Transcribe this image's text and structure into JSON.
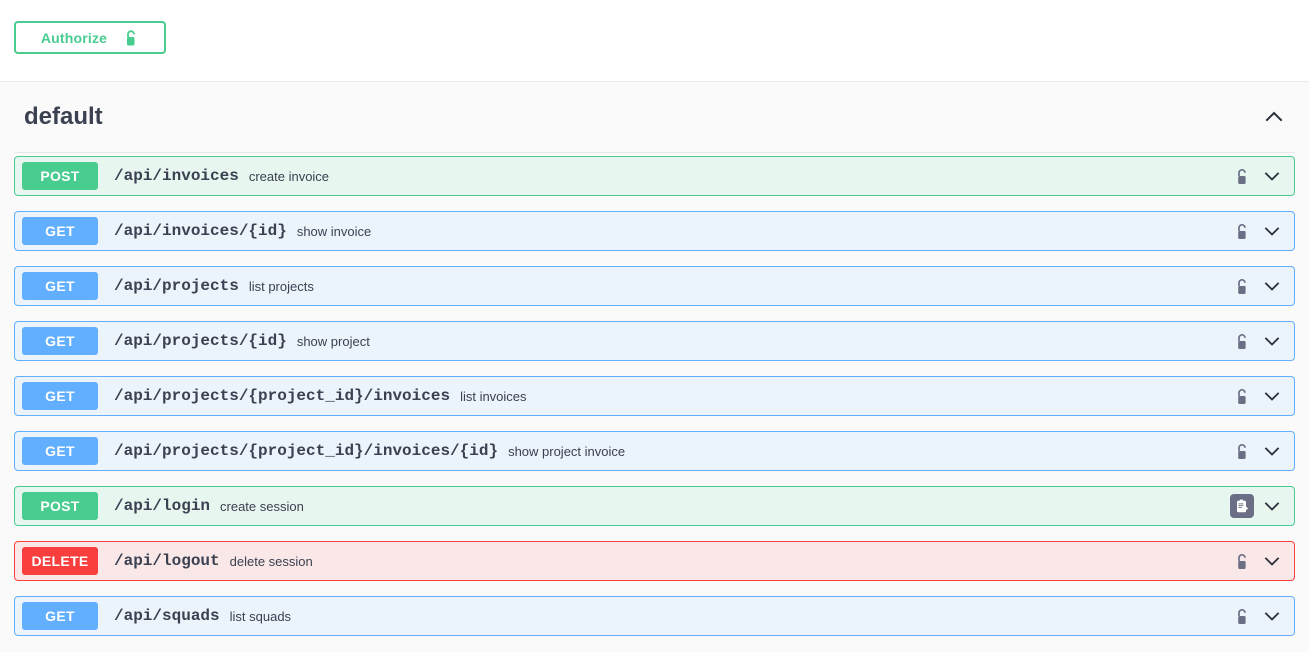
{
  "toolbar": {
    "authorize_label": "Authorize",
    "authorize_icon": "unlock-icon"
  },
  "section": {
    "title": "default",
    "collapse_icon": "chevron-up-icon",
    "expanded": true
  },
  "colors": {
    "get": "#61affe",
    "post": "#49cc90",
    "delete": "#f93e3e",
    "get_bg": "#ebf3fb",
    "post_bg": "#e8f6f0",
    "delete_bg": "#fae7e7",
    "panel_bg": "#fafafa",
    "text": "#3b4151",
    "lock": "#6b6f85"
  },
  "operations": [
    {
      "method": "POST",
      "method_class": "post",
      "path": "/api/invoices",
      "description": "create invoice",
      "right_icon": "lock-icon",
      "toggle_icon": "chevron-down-icon"
    },
    {
      "method": "GET",
      "method_class": "get",
      "path": "/api/invoices/{id}",
      "description": "show invoice",
      "right_icon": "lock-icon",
      "toggle_icon": "chevron-down-icon"
    },
    {
      "method": "GET",
      "method_class": "get",
      "path": "/api/projects",
      "description": "list projects",
      "right_icon": "lock-icon",
      "toggle_icon": "chevron-down-icon"
    },
    {
      "method": "GET",
      "method_class": "get",
      "path": "/api/projects/{id}",
      "description": "show project",
      "right_icon": "lock-icon",
      "toggle_icon": "chevron-down-icon"
    },
    {
      "method": "GET",
      "method_class": "get",
      "path": "/api/projects/{project_id}/invoices",
      "description": "list invoices",
      "right_icon": "lock-icon",
      "toggle_icon": "chevron-down-icon"
    },
    {
      "method": "GET",
      "method_class": "get",
      "path": "/api/projects/{project_id}/invoices/{id}",
      "description": "show project invoice",
      "right_icon": "lock-icon",
      "toggle_icon": "chevron-down-icon"
    },
    {
      "method": "POST",
      "method_class": "post",
      "path": "/api/login",
      "description": "create session",
      "right_icon": "clipboard-auth-icon",
      "toggle_icon": "chevron-down-icon"
    },
    {
      "method": "DELETE",
      "method_class": "delete",
      "path": "/api/logout",
      "description": "delete session",
      "right_icon": "lock-icon",
      "toggle_icon": "chevron-down-icon"
    },
    {
      "method": "GET",
      "method_class": "get",
      "path": "/api/squads",
      "description": "list squads",
      "right_icon": "lock-icon",
      "toggle_icon": "chevron-down-icon"
    }
  ]
}
